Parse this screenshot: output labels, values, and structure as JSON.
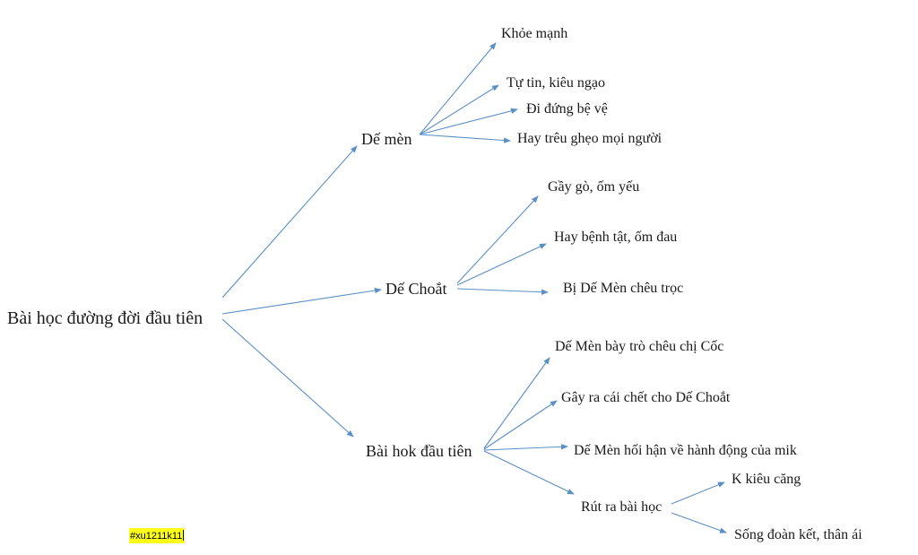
{
  "diagram": {
    "root": {
      "label": "Bài học đường đời đầu tiên"
    },
    "branches": [
      {
        "label": "Dế mèn",
        "children": [
          "Khỏe mạnh",
          "Tự tin, kiêu ngạo",
          "Đi đứng bệ vệ",
          "Hay trêu ghẹo mọi người"
        ]
      },
      {
        "label": "Dế Choắt",
        "children": [
          "Gầy gò, ốm yếu",
          "Hay bệnh tật, ốm đau",
          "Bị Dế Mèn chêu trọc"
        ]
      },
      {
        "label": "Bài hok đầu tiên",
        "children": [
          "Dế Mèn bày trò chêu chị Cốc",
          "Gây ra cái chết cho Dế Choắt",
          "Dế Mèn hối hận về hành động của mik",
          "Rút ra bài học"
        ]
      }
    ],
    "lesson_children": [
      "K kiêu căng",
      "Sống đoàn kết, thân ái"
    ],
    "arrow_color": "#5b8fc7"
  },
  "tag": {
    "text": "#xu1211k11"
  }
}
